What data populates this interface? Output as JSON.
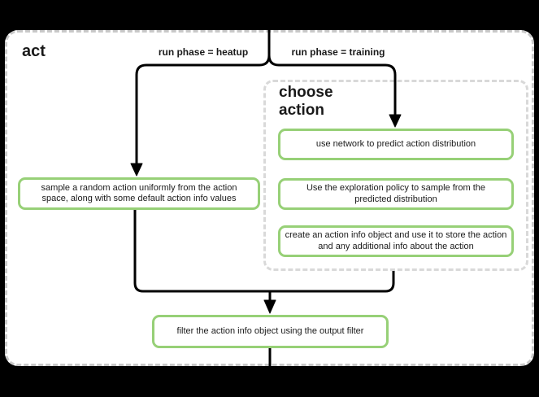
{
  "colors": {
    "background": "#000000",
    "container-fill": "#ffffff",
    "container-border": "#c9c9c9",
    "group-border": "#d9d9d9",
    "node-border": "#97d077",
    "node-fill": "#ffffff",
    "line": "#000000",
    "text": "#1a1a1a"
  },
  "diagram": {
    "title": "act",
    "branches": {
      "heatup": {
        "label": "run phase = heatup"
      },
      "training": {
        "label": "run phase = training"
      }
    },
    "group": {
      "title": "choose action"
    },
    "nodes": {
      "sample_random": {
        "text": "sample a random action uniformly from the action space, along with some default action info values"
      },
      "use_network": {
        "text": "use network to predict action distribution"
      },
      "exploration": {
        "text": "Use the exploration policy to sample from the predicted distribution"
      },
      "create_info": {
        "text": "create an action info object and use it to store the action and any additional info about the action"
      },
      "filter_output": {
        "text": "filter the action info object using the output filter"
      }
    }
  }
}
